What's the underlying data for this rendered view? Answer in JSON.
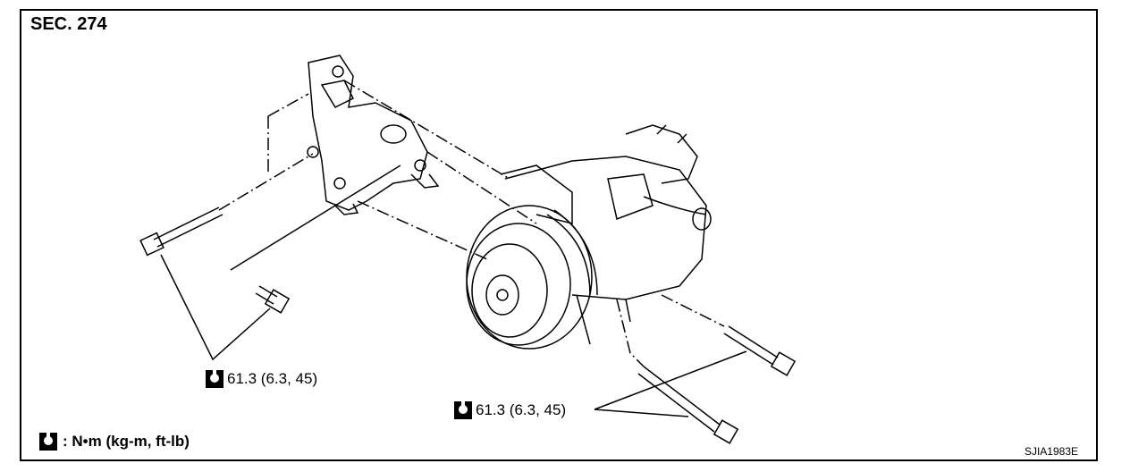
{
  "section_label": "SEC. 274",
  "torque_upper": "61.3 (6.3, 45)",
  "torque_lower": "61.3 (6.3, 45)",
  "legend_text": ": N•m (kg-m, ft-lb)",
  "figure_code": "SJIA1983E",
  "icons": [
    "torque-wrench-icon"
  ]
}
